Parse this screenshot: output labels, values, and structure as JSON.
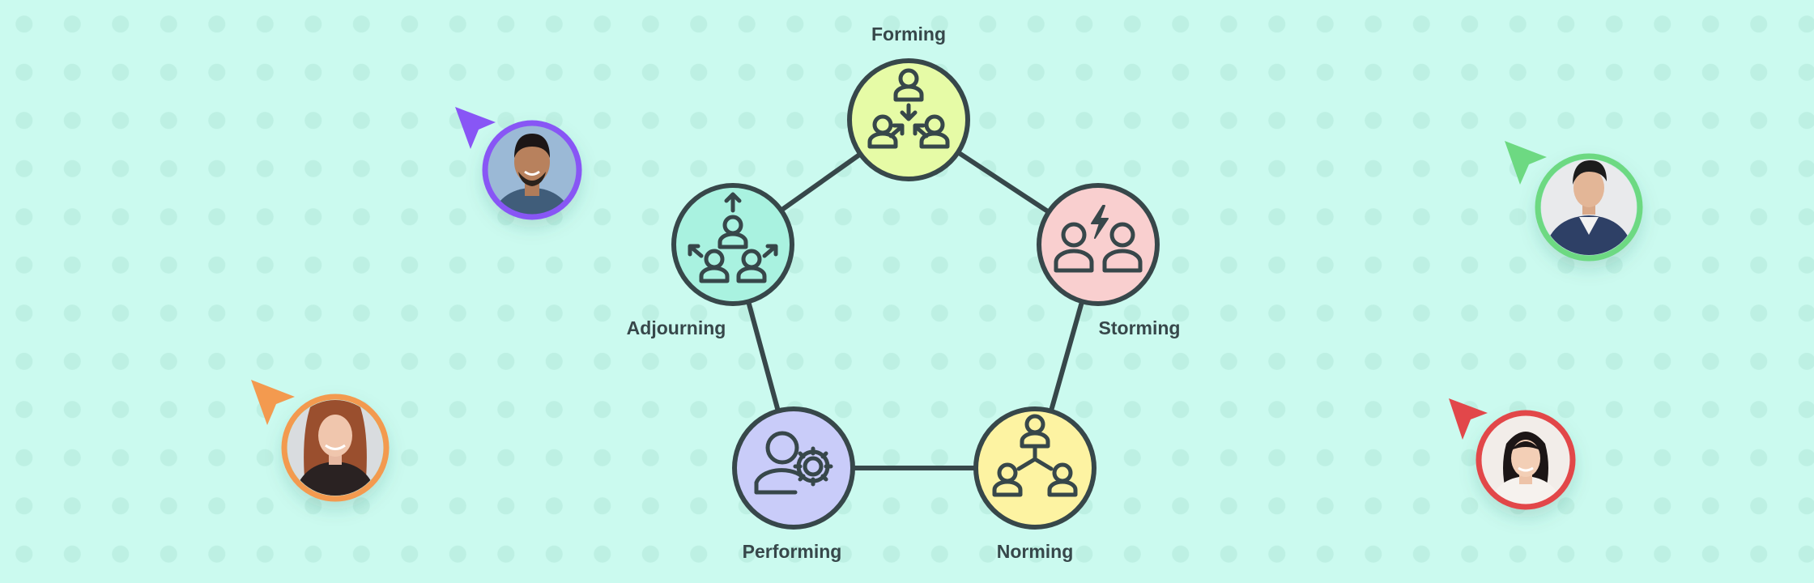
{
  "diagram": {
    "stages": [
      {
        "id": "forming",
        "label": "Forming",
        "fill": "#e6fba6",
        "icon": "converge-people-icon"
      },
      {
        "id": "storming",
        "label": "Storming",
        "fill": "#f9cfcf",
        "icon": "conflict-people-icon"
      },
      {
        "id": "norming",
        "label": "Norming",
        "fill": "#fdf3a2",
        "icon": "team-connection-icon"
      },
      {
        "id": "performing",
        "label": "Performing",
        "fill": "#c9ccf9",
        "icon": "person-gear-icon"
      },
      {
        "id": "adjourning",
        "label": "Adjourning",
        "fill": "#a9f2e0",
        "icon": "diverge-people-icon"
      }
    ],
    "edges": [
      [
        "forming",
        "storming"
      ],
      [
        "storming",
        "norming"
      ],
      [
        "norming",
        "performing"
      ],
      [
        "performing",
        "adjourning"
      ],
      [
        "adjourning",
        "forming"
      ]
    ],
    "stroke_color": "#37474a"
  },
  "collaborators": [
    {
      "id": "purple",
      "color": "#8856f5",
      "avatar": "man-dark-hair-avatar"
    },
    {
      "id": "green",
      "color": "#6dd982",
      "avatar": "man-suit-avatar"
    },
    {
      "id": "orange",
      "color": "#f39a4f",
      "avatar": "woman-red-hair-avatar"
    },
    {
      "id": "red",
      "color": "#e2474a",
      "avatar": "woman-dark-hair-avatar"
    }
  ],
  "background": {
    "color": "#cbfaef",
    "dot_color": "#bdf0e3"
  }
}
